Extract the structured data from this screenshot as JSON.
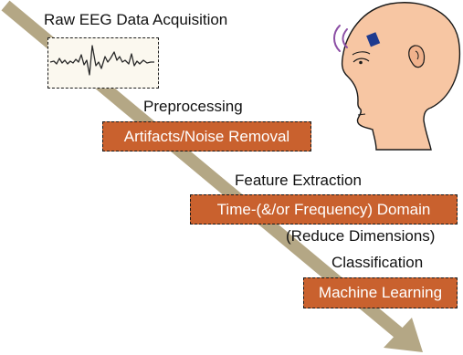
{
  "colors": {
    "arrow": "#b4a785",
    "box_fill": "#c9612e",
    "box_text": "#ffffff",
    "eeg_bg": "#fbf8ef",
    "skin": "#f7c6a3",
    "electrode": "#1f3b8f",
    "signal_waves": "#8c4fa5"
  },
  "icons": {
    "head": "human-head-profile-icon",
    "electrode": "eeg-electrode-icon",
    "waves": "signal-waves-icon",
    "trace": "eeg-signal-trace-icon"
  },
  "stages": {
    "acquisition": {
      "title": "Raw EEG Data Acquisition"
    },
    "preprocessing": {
      "title": "Preprocessing",
      "box": "Artifacts/Noise Removal"
    },
    "feature_extraction": {
      "title": "Feature Extraction",
      "box": "Time-(&/or Frequency) Domain",
      "note": "(Reduce Dimensions)"
    },
    "classification": {
      "title": "Classification",
      "box": "Machine Learning"
    }
  }
}
